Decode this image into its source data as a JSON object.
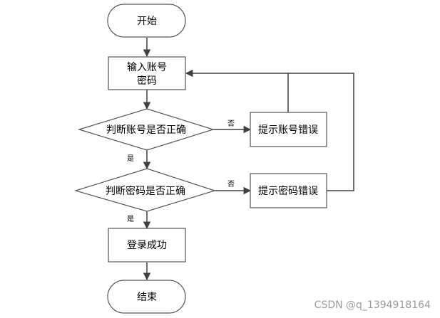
{
  "diagram": {
    "nodes": {
      "start": {
        "label": "开始"
      },
      "input": {
        "line1": "输入账号",
        "line2": "密码"
      },
      "check_account": {
        "label": "判断账号是否正确"
      },
      "account_error": {
        "label": "提示账号错误"
      },
      "check_password": {
        "label": "判断密码是否正确"
      },
      "password_error": {
        "label": "提示密码错误"
      },
      "login_success": {
        "label": "登录成功"
      },
      "end": {
        "label": "结束"
      }
    },
    "edge_labels": {
      "account_no": "否",
      "account_yes": "是",
      "password_no": "否",
      "password_yes": "是"
    }
  },
  "watermark": {
    "text": "CSDN @q_1394918164"
  },
  "colors": {
    "stroke": "#555555",
    "arrow": "#404040",
    "text": "#000000",
    "watermark": "#9a9a9a"
  }
}
